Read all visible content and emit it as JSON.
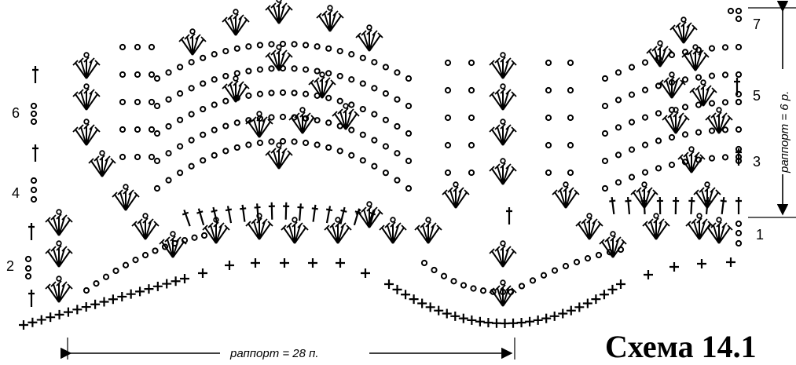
{
  "diagram": {
    "title": "Схема 14.1",
    "row_numbers_right": [
      "7",
      "5",
      "3",
      "1"
    ],
    "row_numbers_left": [
      "6",
      "4",
      "2"
    ],
    "stitch_repeat_label": "раппорт = 28 п.",
    "row_repeat_label": "раппорт = 6 р.",
    "colors": {
      "ink": "#000000",
      "background": "#ffffff"
    },
    "symbols": {
      "chain": "○",
      "single_crochet": "+",
      "double_crochet": "†",
      "shell": "fan of double crochets"
    }
  }
}
